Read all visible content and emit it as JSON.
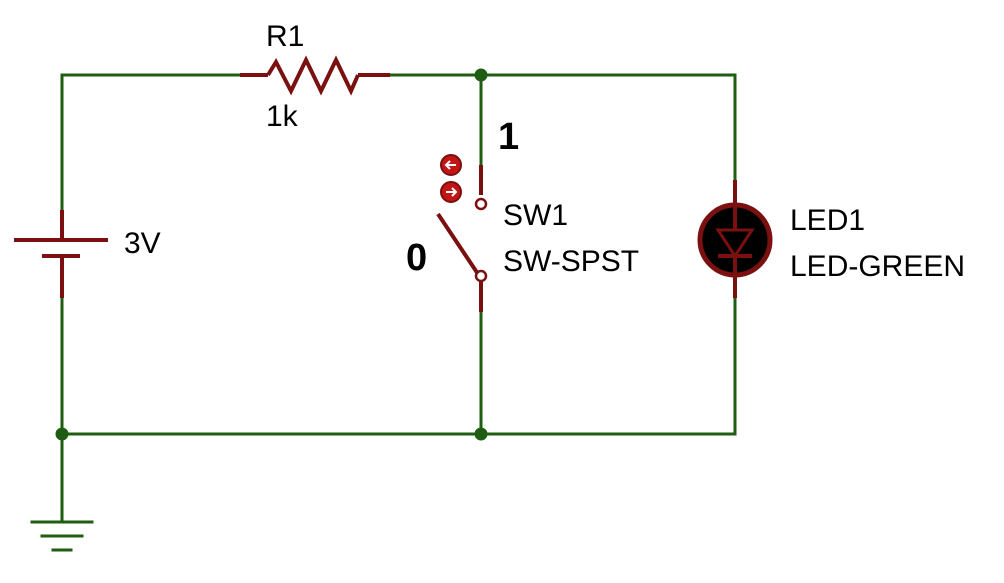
{
  "components": {
    "resistor": {
      "ref": "R1",
      "value": "1k"
    },
    "battery": {
      "value": "3V"
    },
    "switch": {
      "ref": "SW1",
      "type": "SW-SPST",
      "state_on": "1",
      "state_off": "0"
    },
    "led": {
      "ref": "LED1",
      "type": "LED-GREEN"
    }
  },
  "colors": {
    "wire": "#1f5e12",
    "component": "#7a1010",
    "button": "#c41515",
    "led_body": "#000000"
  },
  "icons": {
    "switch_close": "arrow-up-icon",
    "switch_open": "arrow-down-icon"
  }
}
